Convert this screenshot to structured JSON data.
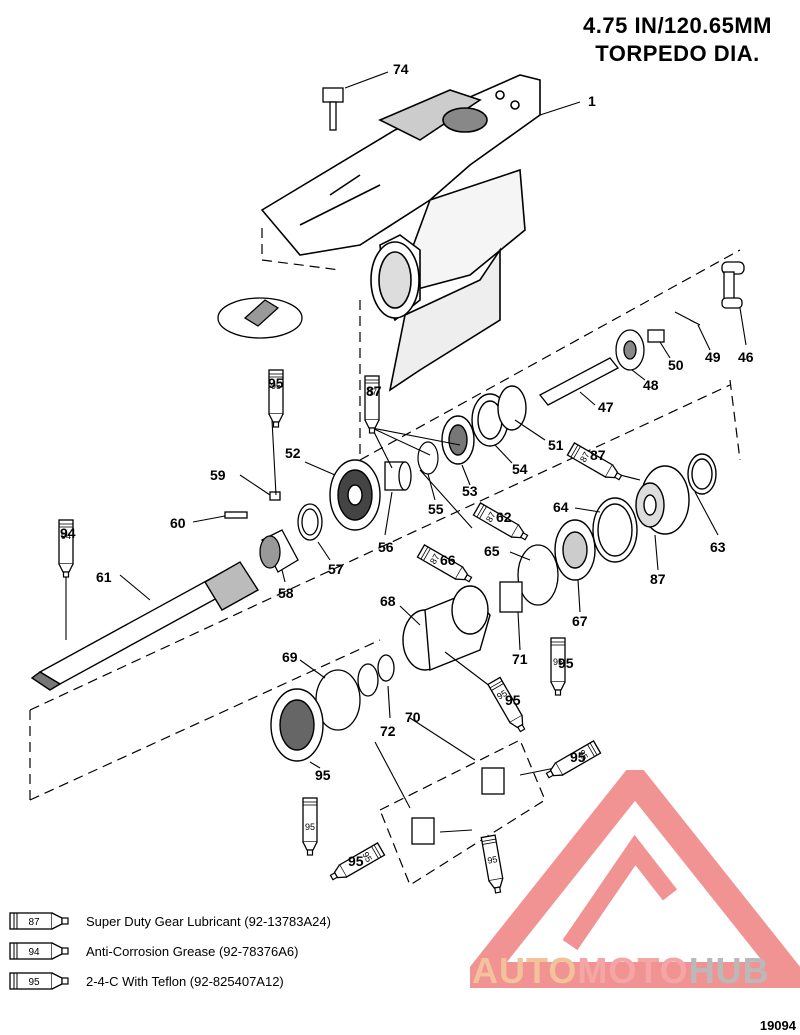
{
  "title": {
    "line1": "4.75 IN/120.65MM",
    "line2": "TORPEDO DIA."
  },
  "callouts": [
    "74",
    "1",
    "46",
    "49",
    "50",
    "48",
    "47",
    "51",
    "54",
    "87",
    "53",
    "55",
    "52",
    "56",
    "59",
    "60",
    "57",
    "58",
    "94",
    "61",
    "95",
    "64",
    "87",
    "63",
    "62",
    "87",
    "66",
    "65",
    "67",
    "68",
    "71",
    "69",
    "70",
    "72",
    "95",
    "95",
    "95",
    "95",
    "95"
  ],
  "tubes": [
    "95",
    "87",
    "94",
    "87",
    "87",
    "87",
    "95",
    "95",
    "95",
    "95",
    "95",
    "95"
  ],
  "legend": [
    {
      "code": "87",
      "text": "Super Duty Gear Lubricant (92-13783A24)"
    },
    {
      "code": "94",
      "text": "Anti-Corrosion Grease (92-78376A6)"
    },
    {
      "code": "95",
      "text": "2-4-C  With Teflon (92-825407A12)"
    }
  ],
  "figure_number": "19094",
  "watermark": {
    "part1": "AUTO",
    "part2": "MOTO",
    "part3": "HUB"
  }
}
